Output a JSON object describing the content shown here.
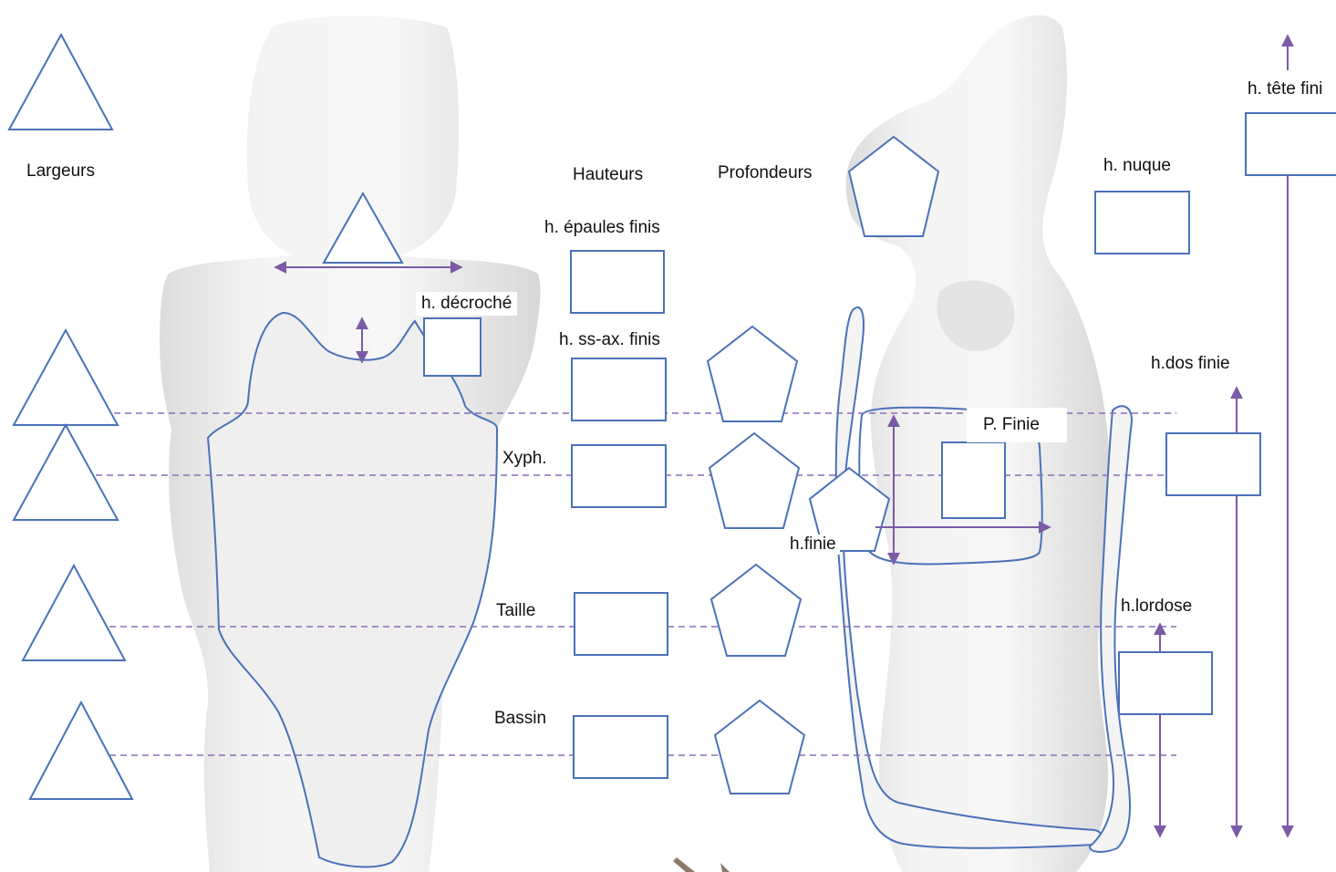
{
  "labels": {
    "largeurs": "Largeurs",
    "hauteurs": "Hauteurs",
    "profondeurs": "Profondeurs",
    "h_epaules_finis": "h. épaules finis",
    "h_decroche": "h. décroché",
    "h_ss_ax_finis": "h. ss-ax. finis",
    "xyph": "Xyph.",
    "taille": "Taille",
    "bassin": "Bassin",
    "h_nuque": "h. nuque",
    "h_tete_fini": "h. tête fini",
    "h_dos_finie": "h.dos finie",
    "p_finie": "P. Finie",
    "h_finie": "h.finie",
    "h_lordose": "h.lordose"
  },
  "colors": {
    "shape_stroke": "#4a72b8",
    "arrow": "#7b5aa6",
    "guide_line": "#8a6fb5",
    "mannequin_fill": "#f0f0f0"
  },
  "legend_shapes": {
    "largeurs": "triangle",
    "hauteurs": "rectangle",
    "profondeurs": "pentagon"
  }
}
